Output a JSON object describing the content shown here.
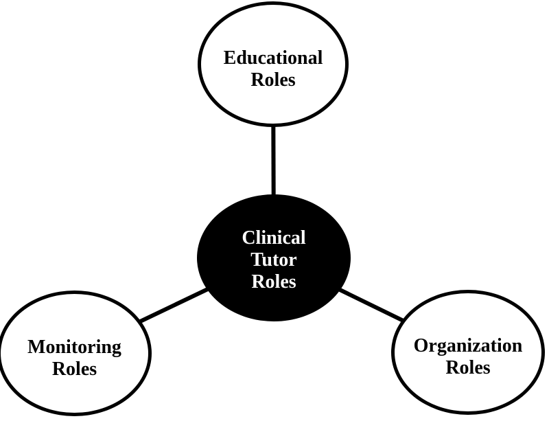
{
  "diagram": {
    "center": {
      "id": "clinical-tutor-roles",
      "label": "Clinical\nTutor\nRoles"
    },
    "nodes": [
      {
        "id": "educational-roles",
        "position": "top",
        "label": "Educational\nRoles"
      },
      {
        "id": "monitoring-roles",
        "position": "bottom-left",
        "label": "Monitoring\nRoles"
      },
      {
        "id": "organization-roles",
        "position": "bottom-right",
        "label": "Organization\nRoles"
      }
    ],
    "connectors": [
      {
        "from": "clinical-tutor-roles",
        "to": "educational-roles"
      },
      {
        "from": "clinical-tutor-roles",
        "to": "monitoring-roles"
      },
      {
        "from": "clinical-tutor-roles",
        "to": "organization-roles"
      }
    ],
    "colors": {
      "background": "#ffffff",
      "stroke": "#000000",
      "node_fill": "#ffffff",
      "node_text": "#000000",
      "center_fill": "#000000",
      "center_text": "#ffffff"
    }
  }
}
